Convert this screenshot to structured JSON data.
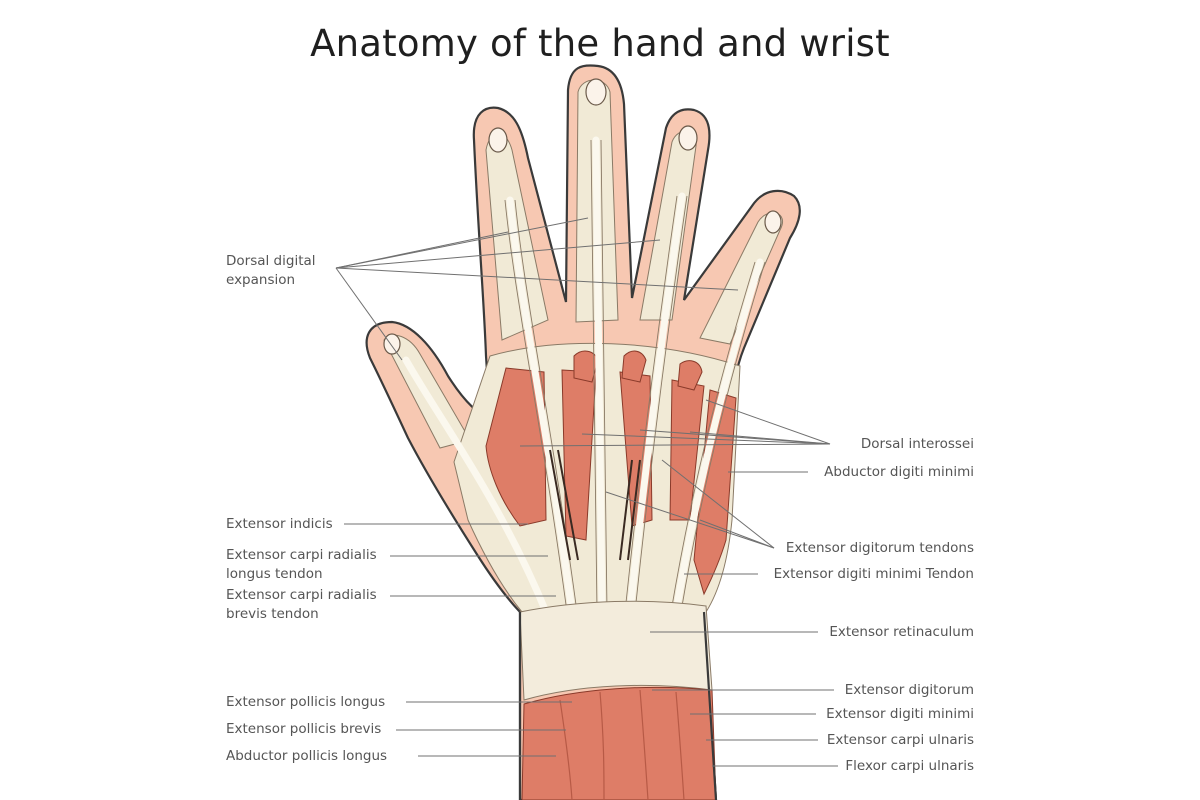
{
  "title": "Anatomy of the hand and wrist",
  "colors": {
    "skin_fill": "#f7c8b2",
    "skin_outline": "#3a3a3a",
    "fascia": "#f1ead6",
    "tendon": "#fbf8ee",
    "muscle": "#de7d67",
    "muscle_dark": "#c96450",
    "leader_line": "#707070",
    "label_text": "#555555"
  },
  "labels": {
    "dorsal_digital_expansion": [
      "Dorsal digital",
      "expansion"
    ],
    "dorsal_interossei": "Dorsal interossei",
    "abductor_digiti_minimi": "Abductor digiti minimi",
    "extensor_indicis": "Extensor indicis",
    "extensor_carpi_radialis_longus": [
      "Extensor carpi radialis",
      "longus tendon"
    ],
    "extensor_carpi_radialis_brevis": [
      "Extensor carpi radialis",
      "brevis tendon"
    ],
    "extensor_digitorum_tendons": "Extensor digitorum tendons",
    "extensor_digiti_minimi_tendon": "Extensor digiti minimi Tendon",
    "extensor_retinaculum": "Extensor retinaculum",
    "extensor_pollicis_longus": "Extensor pollicis longus",
    "extensor_pollicis_brevis": "Extensor pollicis brevis",
    "abductor_pollicis_longus": "Abductor pollicis longus",
    "extensor_digitorum": "Extensor digitorum",
    "extensor_digiti_minimi": "Extensor digiti minimi",
    "extensor_carpi_ulnaris": "Extensor carpi ulnaris",
    "flexor_carpi_ulnaris": "Flexor carpi ulnaris"
  }
}
